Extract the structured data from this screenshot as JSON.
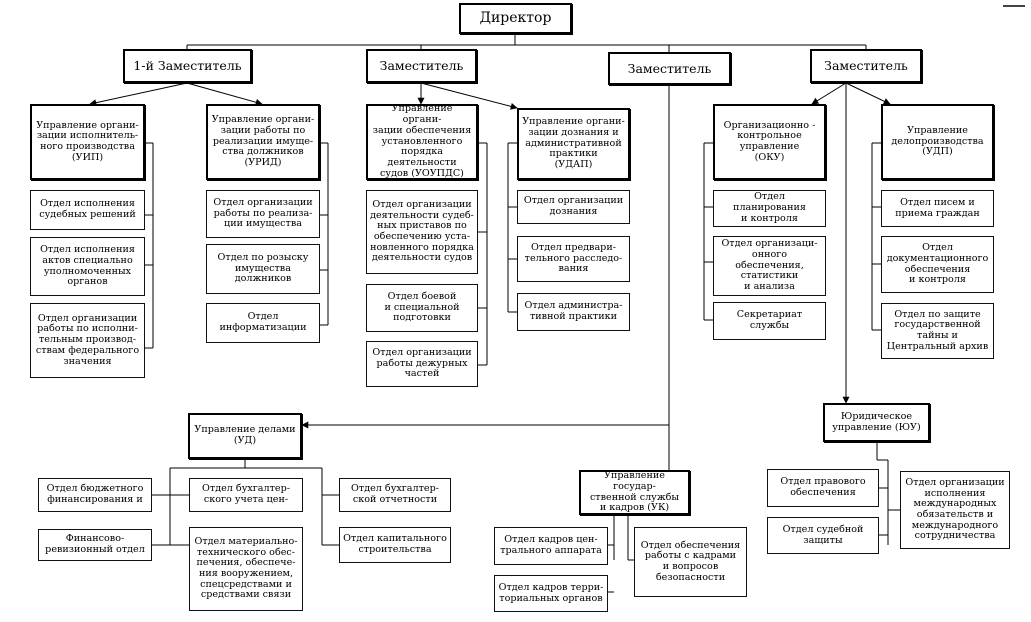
{
  "director": "Директор",
  "deputies": {
    "first": "1-й Заместитель",
    "second": "Заместитель",
    "third": "Заместитель",
    "fourth": "Заместитель"
  },
  "units": {
    "uip": "Управление органи-\nзации исполнитель-\nного производства\n(УИП)",
    "urid": "Управление органи-\nзации работы по\nреализации имуще-\nства должников\n(УРИД)",
    "uoupds": "Управление органи-\nзации обеспечения\nустановленного\nпорядка деятельности\nсудов    (УОУПДС)",
    "udap": "Управление органи-\nзации дознания и\nадминистративной\nпрактики\n(УДАП)",
    "oku": "Организационно -\nконтрольное\nуправление\n(ОКУ)",
    "udp": "Управление\nделопроизводства\n(УДП)",
    "ud": "Управление делами\n(УД)",
    "uk": "Управление государ-\nственной службы\nи кадров   (УК)",
    "yuu": "Юридическое\nуправление (ЮУ)"
  },
  "departments": {
    "uip_1": "Отдел исполнения\nсудебных решений",
    "uip_2": "Отдел исполнения\nактов специально\nуполномоченных\nорганов",
    "uip_3": "Отдел организации\nработы по исполни-\nтельным производ-\nствам федерального\nзначения",
    "urid_1": "Отдел организации\nработы по реализа-\nции имущества",
    "urid_2": "Отдел по розыску\nимущества\nдолжников",
    "urid_3": "Отдел\nинформатизации",
    "uoupds_1": "Отдел организации\nдеятельности судеб-\nных приставов по\nобеспечению уста-\nновленного порядка\nдеятельности судов",
    "uoupds_2": "Отдел боевой\nи специальной\nподготовки",
    "uoupds_3": "Отдел организации\nработы дежурных\nчастей",
    "udap_1": "Отдел организации\nдознания",
    "udap_2": "Отдел предвари-\nтельного расследо-\nвания",
    "udap_3": "Отдел администра-\nтивной практики",
    "oku_1": "Отдел планирования\nи контроля",
    "oku_2": "Отдел организаци-\nонного обеспечения,\nстатистики\nи анализа",
    "oku_3": "Секретариат\nслужбы",
    "udp_1": "Отдел писем и\nприема граждан",
    "udp_2": "Отдел\nдокументационного\nобеспечения\nи контроля",
    "udp_3": "Отдел по защите\nгосударственной\nтайны и\nЦентральный архив",
    "ud_1": "Отдел бюджетного\nфинансирования и",
    "ud_2": "Финансово-\nревизионный отдел",
    "ud_3": "Отдел бухгалтер-\nского учета цен-",
    "ud_4": "Отдел материально-\nтехнического обес-\nпечения, обеспече-\nния вооружением,\nспецсредствами и\nсредствами связи",
    "ud_5": "Отдел бухгалтер-\nской отчетности",
    "ud_6": "Отдел капитального\nстроительства",
    "uk_1": "Отдел кадров цен-\nтрального аппарата",
    "uk_2": "Отдел кадров терри-\nториальных органов",
    "uk_3": "Отдел обеспечения\nработы с кадрами\nи вопросов\nбезопасности",
    "yuu_1": "Отдел правового\nобеспечения",
    "yuu_2": "Отдел судебной\nзащиты",
    "yuu_3": "Отдел организации\nисполнения\nмеждународных\nобязательств и\nмеждународного\nсотрудничества"
  }
}
